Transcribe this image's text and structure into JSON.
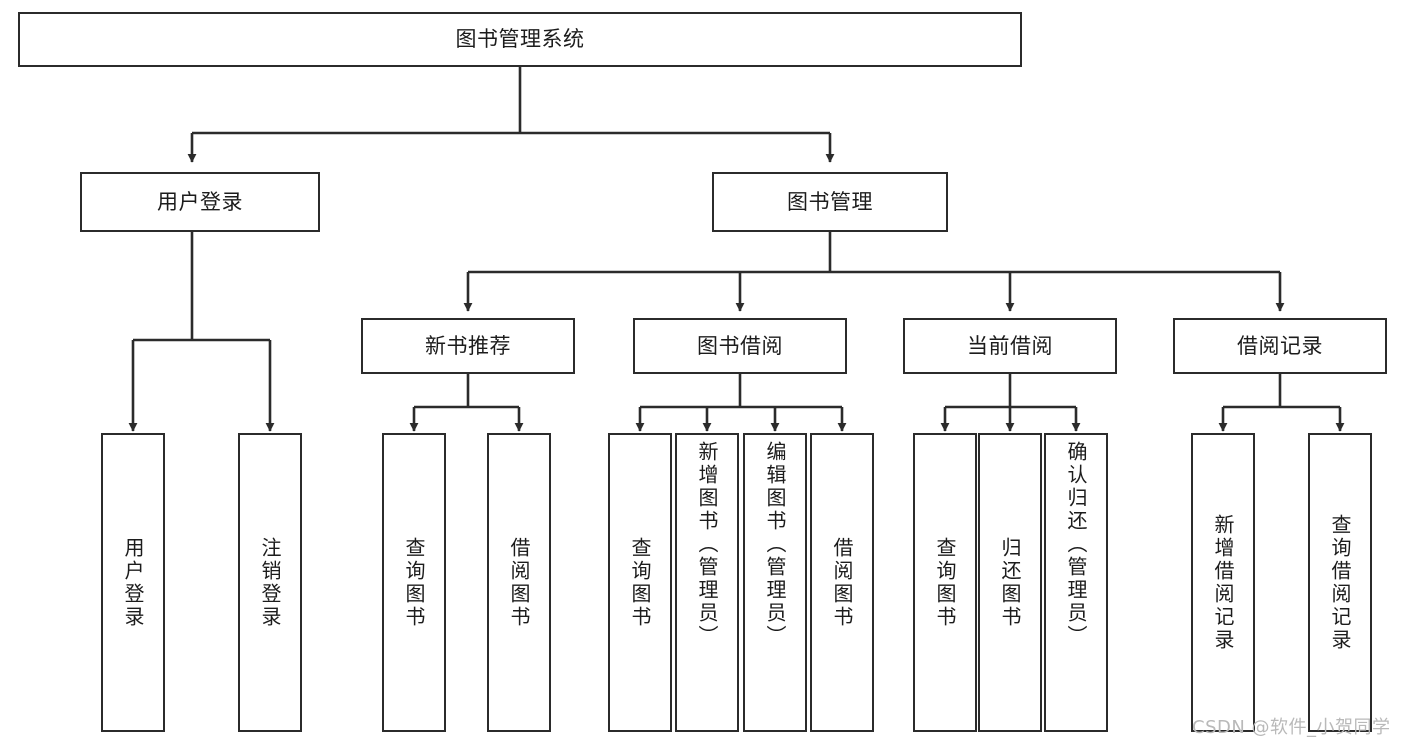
{
  "diagram": {
    "type": "tree-hierarchy-diagram",
    "title": "图书管理系统",
    "background_color": "#ffffff",
    "line_color": "#2b2b2b",
    "text_color": "#1c1c1c",
    "nodes": {
      "root": {
        "label": "图书管理系统",
        "level": 0,
        "orientation": "horizontal"
      },
      "l1": [
        {
          "id": "user-login",
          "label": "用户登录",
          "orientation": "horizontal"
        },
        {
          "id": "book-manage",
          "label": "图书管理",
          "orientation": "horizontal"
        }
      ],
      "l2": [
        {
          "id": "new-book-recommend",
          "label": "新书推荐",
          "orientation": "horizontal",
          "parent": "book-manage"
        },
        {
          "id": "book-borrow",
          "label": "图书借阅",
          "orientation": "horizontal",
          "parent": "book-manage"
        },
        {
          "id": "current-borrow",
          "label": "当前借阅",
          "orientation": "horizontal",
          "parent": "book-manage"
        },
        {
          "id": "borrow-record",
          "label": "借阅记录",
          "orientation": "horizontal",
          "parent": "book-manage"
        }
      ],
      "leaves": [
        {
          "id": "leaf-user-login",
          "label": "用户登录",
          "parent": "user-login",
          "align": "center"
        },
        {
          "id": "leaf-logout-login",
          "label": "注销登录",
          "parent": "user-login",
          "align": "center"
        },
        {
          "id": "leaf-query-book-1",
          "label": "查询图书",
          "parent": "new-book-recommend",
          "align": "center"
        },
        {
          "id": "leaf-borrow-book-1",
          "label": "借阅图书",
          "parent": "new-book-recommend",
          "align": "center"
        },
        {
          "id": "leaf-query-book-2",
          "label": "查询图书",
          "parent": "book-borrow",
          "align": "center"
        },
        {
          "id": "leaf-add-book-admin",
          "label": "新增图书（管理员）",
          "parent": "book-borrow",
          "align": "top"
        },
        {
          "id": "leaf-edit-book-admin",
          "label": "编辑图书（管理员）",
          "parent": "book-borrow",
          "align": "top"
        },
        {
          "id": "leaf-borrow-book-2",
          "label": "借阅图书",
          "parent": "book-borrow",
          "align": "center"
        },
        {
          "id": "leaf-query-book-3",
          "label": "查询图书",
          "parent": "current-borrow",
          "align": "center"
        },
        {
          "id": "leaf-return-book",
          "label": "归还图书",
          "parent": "current-borrow",
          "align": "center"
        },
        {
          "id": "leaf-confirm-return-admin",
          "label": "确认归还（管理员）",
          "parent": "current-borrow",
          "align": "top"
        },
        {
          "id": "leaf-add-borrow-record",
          "label": "新增借阅记录",
          "parent": "borrow-record",
          "align": "center"
        },
        {
          "id": "leaf-query-borrow-record",
          "label": "查询借阅记录",
          "parent": "borrow-record",
          "align": "center"
        }
      ]
    }
  },
  "watermark": {
    "text": "CSDN @软件_小贺同学"
  }
}
